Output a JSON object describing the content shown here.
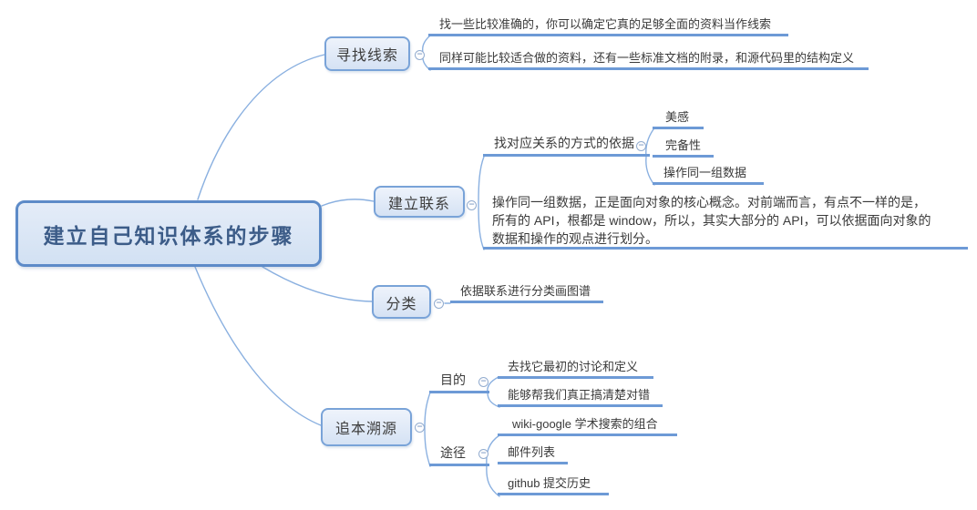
{
  "root": {
    "label": "建立自己知识体系的步骤"
  },
  "branches": [
    {
      "label": "寻找线索",
      "children": [
        {
          "label": "找一些比较准确的，你可以确定它真的足够全面的资料当作线索"
        },
        {
          "label": "同样可能比较适合做的资料，还有一些标准文档的附录，和源代码里的结构定义"
        }
      ]
    },
    {
      "label": "建立联系",
      "children": [
        {
          "label": "找对应关系的方式的依据",
          "children": [
            {
              "label": "美感"
            },
            {
              "label": "完备性"
            },
            {
              "label": "操作同一组数据"
            }
          ]
        },
        {
          "label": "操作同一组数据，正是面向对象的核心概念。对前端而言，有点不一样的是，所有的 API，根都是 window，所以，其实大部分的 API，可以依据面向对象的数据和操作的观点进行划分。"
        }
      ]
    },
    {
      "label": "分类",
      "children": [
        {
          "label": "依据联系进行分类画图谱"
        }
      ]
    },
    {
      "label": "追本溯源",
      "children": [
        {
          "label": "目的",
          "children": [
            {
              "label": "去找它最初的讨论和定义"
            },
            {
              "label": "能够帮我们真正搞清楚对错"
            }
          ]
        },
        {
          "label": "途径",
          "children": [
            {
              "label": "wiki-google 学术搜索的组合"
            },
            {
              "label": "邮件列表"
            },
            {
              "label": "github 提交历史"
            }
          ]
        }
      ]
    }
  ],
  "icons": {
    "collapse_minus": "−"
  },
  "colors": {
    "topic_line": "#6d9ad6",
    "connector_curve": "#8ab0e0",
    "box_border": "#79a3d8",
    "box_fill": "#d5e2f4",
    "root_border": "#5d8bc8",
    "root_fill": "#d2e1f3",
    "root_text": "#3c5c88",
    "topic_text": "#3d3d3d"
  }
}
